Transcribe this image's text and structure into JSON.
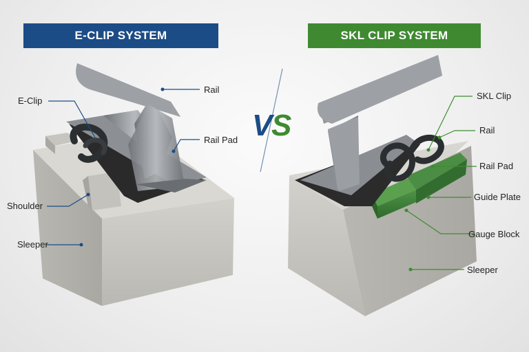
{
  "headers": {
    "left_title": "E-CLIP SYSTEM",
    "right_title": "SKL CLIP SYSTEM",
    "vs_v": "V",
    "vs_s": "S"
  },
  "left_labels": {
    "e_clip": "E-Clip",
    "rail": "Rail",
    "rail_pad": "Rail Pad",
    "shoulder": "Shoulder",
    "sleeper": "Sleeper"
  },
  "right_labels": {
    "skl_clip": "SKL Clip",
    "rail": "Rail",
    "rail_pad": "Rail Pad",
    "guide_plate": "Guide Plate",
    "gauge_block": "Gauge Block",
    "sleeper": "Sleeper"
  },
  "colors": {
    "left_accent": "#1b4c86",
    "right_accent": "#3f8a31",
    "concrete": "#c9c8c3",
    "steel": "#8e9296",
    "pad": "#2a2a2a",
    "green_plate": "#3f7f3a"
  }
}
